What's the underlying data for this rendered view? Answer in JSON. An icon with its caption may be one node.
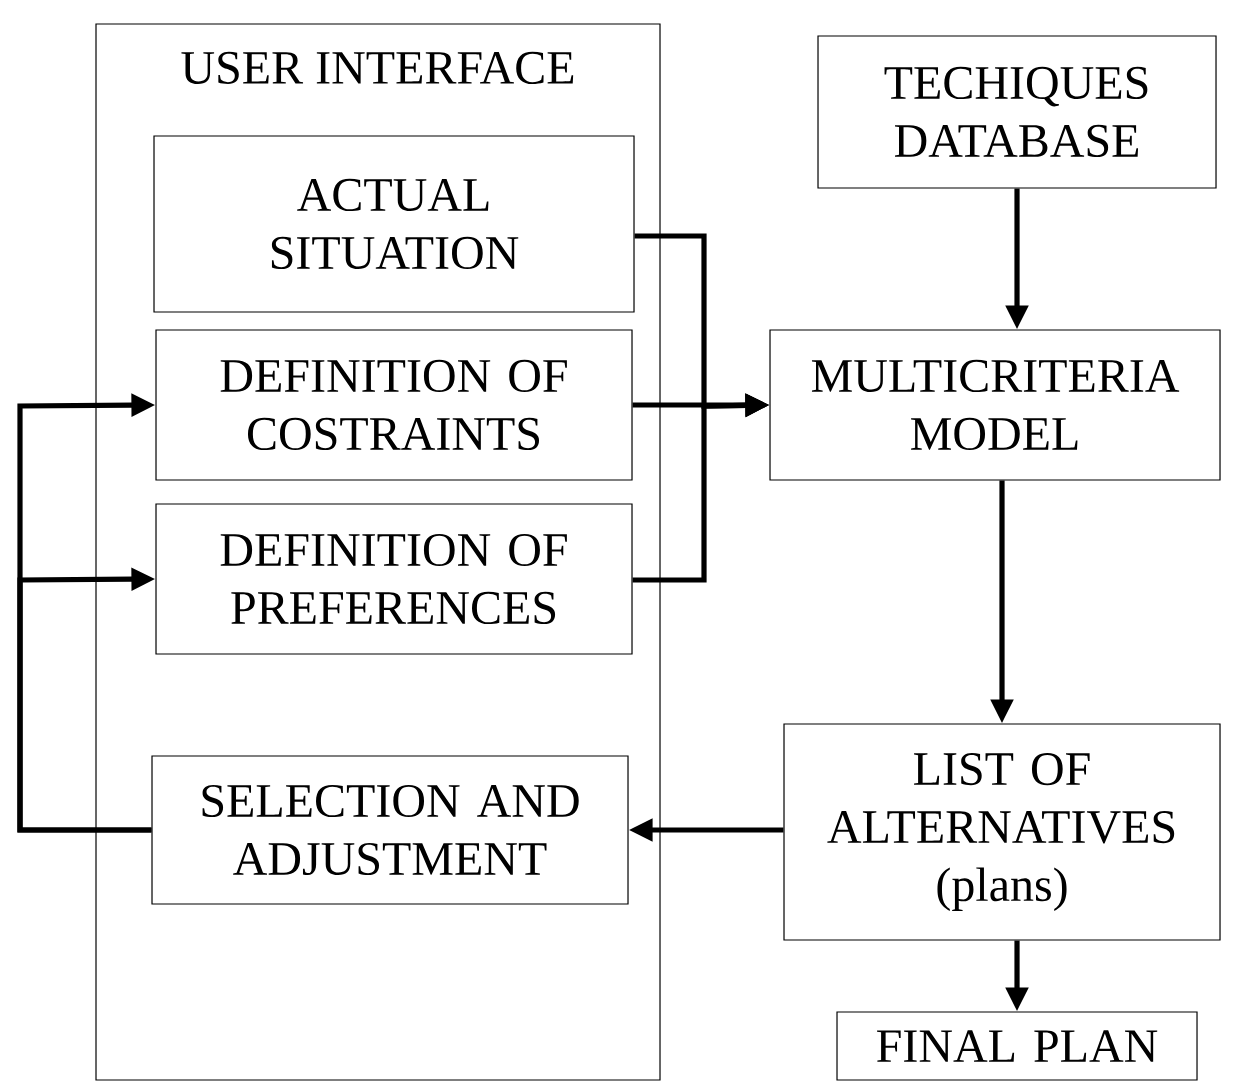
{
  "diagram": {
    "nodes": [
      {
        "text": [
          "USER INTERFACE"
        ]
      },
      {
        "text": [
          "ACTUAL SITUATION"
        ],
        "in": 0
      },
      {
        "text": [
          "DEFINITION OF COSTRAINTS"
        ],
        "in": 0
      },
      {
        "text": [
          "DEFINITION OF PREFERENCES"
        ],
        "in": 0
      },
      {
        "text": [
          "SELECTION AND ADJUSTMENT"
        ],
        "in": 0
      },
      {
        "text": [
          "TECHIQUES DATABASE"
        ]
      },
      {
        "text": [
          "MULTICRITERIA MODEL"
        ]
      },
      {
        "text": [
          "LIST OF ALTERNATIVES (plans)"
        ]
      },
      {
        "text": [
          "FINAL PLAN"
        ]
      }
    ],
    "edges": [
      {
        "from": 1,
        "to": 6,
        "arrow": "to"
      },
      {
        "from": 2,
        "to": 6,
        "arrow": "to"
      },
      {
        "from": 3,
        "to": 6,
        "arrow": "to"
      },
      {
        "from": 5,
        "to": 6,
        "arrow": "to"
      },
      {
        "from": 6,
        "to": 7,
        "arrow": "to"
      },
      {
        "from": 7,
        "to": 4,
        "arrow": "to"
      },
      {
        "from": 4,
        "to": 2,
        "arrow": "to"
      },
      {
        "from": 4,
        "to": 3,
        "arrow": "to"
      },
      {
        "from": 7,
        "to": 8,
        "arrow": "to"
      }
    ]
  }
}
